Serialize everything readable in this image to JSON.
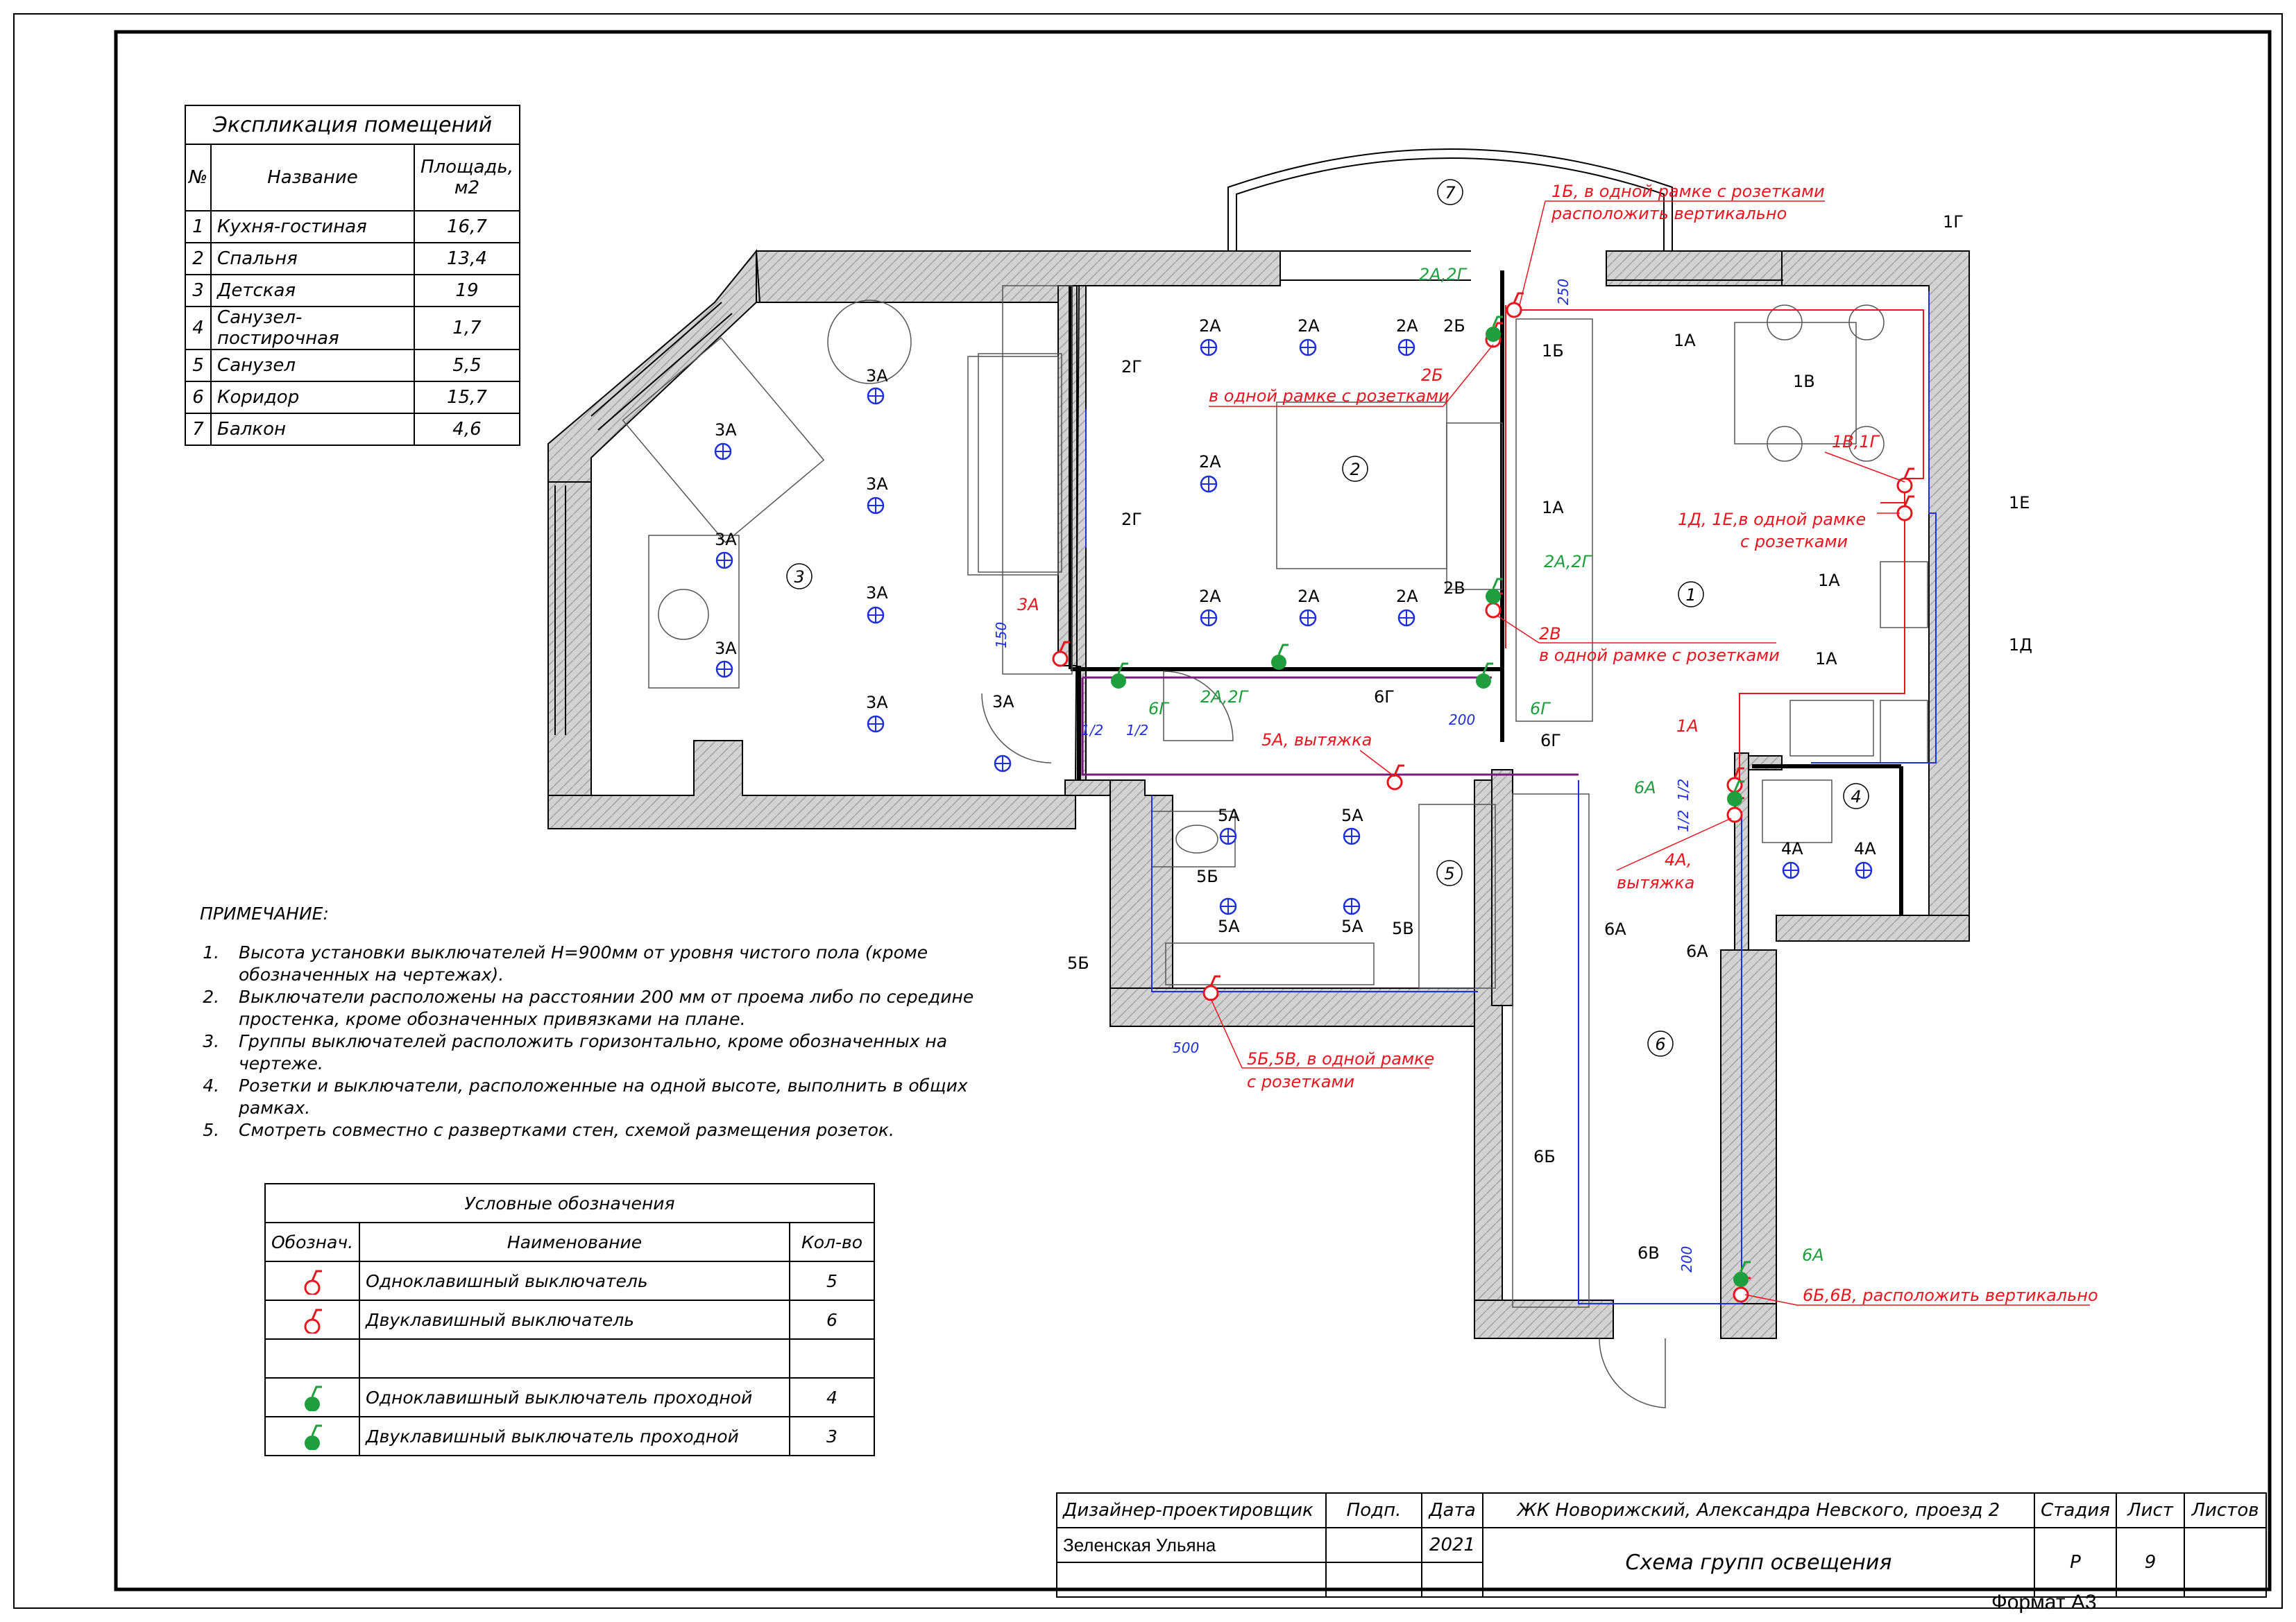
{
  "explication": {
    "title": "Экспликация помещений",
    "col_num": "№",
    "col_name": "Название",
    "col_area": "Площадь, м2",
    "rows": [
      {
        "num": "1",
        "name": "Кухня-гостиная",
        "area": "16,7"
      },
      {
        "num": "2",
        "name": "Спальня",
        "area": "13,4"
      },
      {
        "num": "3",
        "name": "Детская",
        "area": "19"
      },
      {
        "num": "4",
        "name": "Санузел-постирочная",
        "area": "1,7"
      },
      {
        "num": "5",
        "name": "Санузел",
        "area": "5,5"
      },
      {
        "num": "6",
        "name": "Коридор",
        "area": "15,7"
      },
      {
        "num": "7",
        "name": "Балкон",
        "area": "4,6"
      }
    ]
  },
  "notes": {
    "title": "ПРИМЕЧАНИЕ:",
    "items": [
      "Высота установки выключателей H=900мм от уровня  чистого пола (кроме обозначенных на чертежах).",
      "Выключатели расположены на расстоянии 200 мм от проема либо по середине простенка, кроме обозначенных привязками на плане.",
      "Группы выключателей расположить горизонтально, кроме обозначенных на чертеже.",
      "Розетки и выключатели, расположенные на одной высоте, выполнить в общих рамках.",
      "Смотреть совместно с развертками стен, схемой размещения розеток."
    ]
  },
  "legend": {
    "title": "Условные обозначения",
    "col_symbol": "Обознач.",
    "col_name": "Наименование",
    "col_qty": "Кол-во",
    "rows": [
      {
        "symbol": "single-switch-icon",
        "name": "Одноклавишный выключатель",
        "qty": "5"
      },
      {
        "symbol": "double-switch-icon",
        "name": "Двуклавишный выключатель",
        "qty": "6"
      },
      {
        "symbol": "",
        "name": "",
        "qty": ""
      },
      {
        "symbol": "single-passthrough-switch-icon",
        "name": "Одноклавишный выключатель проходной",
        "qty": "4"
      },
      {
        "symbol": "double-passthrough-switch-icon",
        "name": "Двуклавишный выключатель проходной",
        "qty": "3"
      }
    ]
  },
  "stamp": {
    "designer_role": "Дизайнер-проектировщик",
    "sign": "Подп.",
    "date": "Дата",
    "project": "ЖК Новорижский, Александра Невского, проезд 2",
    "stage": "Стадия",
    "sheet": "Лист",
    "sheets": "Листов",
    "designer_name": "Зеленская Ульяна",
    "year": "2021",
    "drawing_title": "Схема групп освещения",
    "stage_value": "Р",
    "sheet_value": "9",
    "sheets_value": ""
  },
  "format": "Формат А3",
  "plan": {
    "room_numbers": [
      "1",
      "2",
      "3",
      "4",
      "5",
      "6",
      "7"
    ],
    "light_labels": {
      "l_3a_1": "3А",
      "l_3a_2": "3А",
      "l_3a_3": "3А",
      "l_3a_4": "3А",
      "l_3a_5": "3А",
      "l_3a_6": "3А",
      "l_3a_7": "3А",
      "l_3a_8": "3А",
      "l_2a_1": "2А",
      "l_2a_2": "2А",
      "l_2a_3": "2А",
      "l_2a_4": "2А",
      "l_2a_5": "2А",
      "l_2a_6": "2А",
      "l_2a_7": "2А",
      "l_5a_1": "5А",
      "l_5a_2": "5А",
      "l_5a_3": "5А",
      "l_5a_4": "5А",
      "l_4a_1": "4А",
      "l_4a_2": "4А",
      "l_2g_1": "2Г",
      "l_2g_2": "2Г",
      "l_2b": "2Б",
      "l_2v": "2В",
      "l_1b": "1Б",
      "l_1v": "1В",
      "l_1a_1": "1А",
      "l_1a_2": "1А",
      "l_1a_3": "1А",
      "l_1a_4": "1А",
      "l_1g": "1Г",
      "l_1e": "1Е",
      "l_1d": "1Д",
      "l_6g_1": "6Г",
      "l_6g_2": "6Г",
      "l_6g_3": "6Г",
      "l_6a_1": "6А",
      "l_6a_2": "6А",
      "l_6a_3": "6А",
      "l_6a_4": "6А",
      "l_6b": "6Б",
      "l_6v": "6В",
      "l_5b_1": "5Б",
      "l_5b_2": "5Б",
      "l_5v": "5В",
      "l_3a_sw": "3А",
      "l_1a_sw": "1А",
      "l_2a2g_1": "2А,2Г",
      "l_2a2g_2": "2А,2Г",
      "l_2a2g_3": "2А,2Г",
      "l_6g_sw1": "6Г",
      "l_6g_sw2": "6Г"
    },
    "callouts": {
      "c_1b_1": "1Б, в одной рамке с розетками",
      "c_1b_2": "расположить вертикально",
      "c_2b_1": "2Б",
      "c_2b_2": "в одной рамке с розетками",
      "c_2v_1": "2В",
      "c_2v_2": "в одной рамке с розетками",
      "c_1v1g": "1В,1Г",
      "c_1d1e_1": "1Д, 1Е,в одной рамке",
      "c_1d1e_2": "с розетками",
      "c_5a": "5А, вытяжка",
      "c_4a_1": "4А,",
      "c_4a_2": "вытяжка",
      "c_5b5v_1": "5Б,5В, в одной рамке",
      "c_5b5v_2": "с розетками",
      "c_6b6v": "6Б,6В, расположить вертикально"
    },
    "dims": {
      "d150": "150",
      "d200a": "200",
      "d200b": "200",
      "d250": "250",
      "d500": "500",
      "d12a": "1/2",
      "d12b": "1/2",
      "d12c": "1/2",
      "d12d": "1/2"
    }
  },
  "colors": {
    "switch_red": "#e8141e",
    "switch_green": "#1e9e3c",
    "light_blue": "#1e2fd8",
    "wire_purple": "#7a1a7a",
    "wire_red": "#e8141e",
    "wire_blue": "#1e2fd8",
    "wall_hatch": "#c8c8c8"
  }
}
